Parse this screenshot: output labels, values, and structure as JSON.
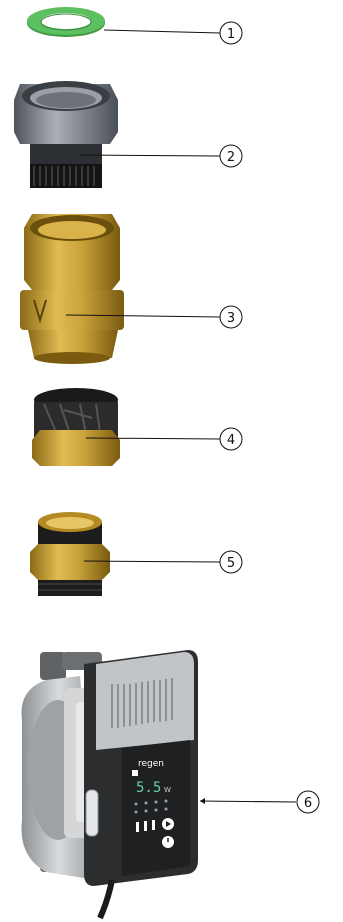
{
  "callouts": [
    {
      "number": "1",
      "part": "sealing-washer"
    },
    {
      "number": "2",
      "part": "union-nut-with-strainer"
    },
    {
      "number": "3",
      "part": "brass-check-valve"
    },
    {
      "number": "4",
      "part": "union-nut"
    },
    {
      "number": "5",
      "part": "threaded-nipple"
    },
    {
      "number": "6",
      "part": "circulation-pump"
    }
  ],
  "pump": {
    "brand": "regen",
    "display_value": "5.5",
    "display_unit": "W"
  },
  "colors": {
    "washer": "#4caf50",
    "brass": "#c9a23a",
    "brass_dark": "#8a6a16",
    "nut_grey": "#7d8389",
    "black": "#1b1b1b",
    "pump_grey": "#b9bcbf",
    "pump_dark": "#2b2d2f"
  }
}
